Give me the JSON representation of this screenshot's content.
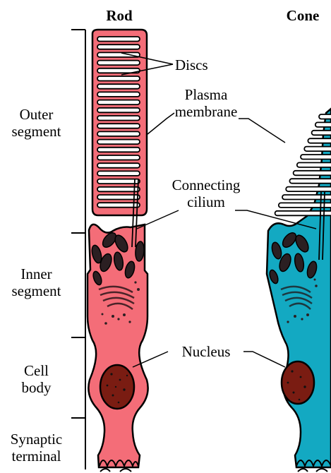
{
  "headers": {
    "rod": "Rod",
    "cone": "Cone"
  },
  "regions": {
    "outer": [
      "Outer",
      "segment"
    ],
    "inner": [
      "Inner",
      "segment"
    ],
    "body": [
      "Cell",
      "body"
    ],
    "synaptic": [
      "Synaptic",
      "terminal"
    ]
  },
  "callouts": {
    "discs": "Discs",
    "plasma": [
      "Plasma",
      "membrane"
    ],
    "cilium": [
      "Connecting",
      "cilium"
    ],
    "nucleus": "Nucleus"
  },
  "colors": {
    "rod": "#f46d78",
    "cone": "#13a9c2",
    "nucleus": "#7a1c12",
    "organelle": "#2b1f22",
    "outline": "#000000"
  }
}
